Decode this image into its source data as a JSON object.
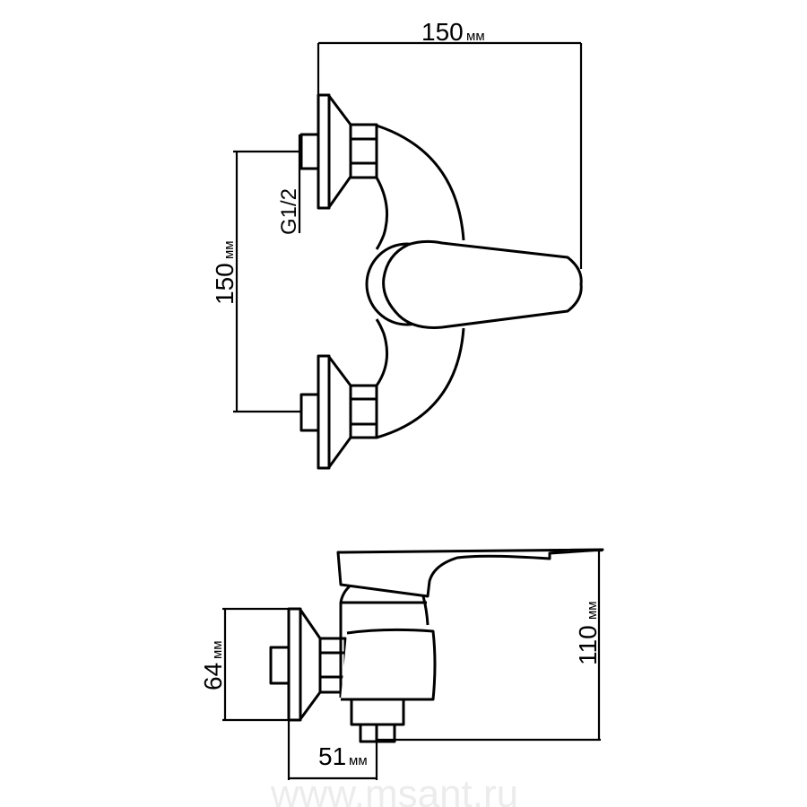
{
  "top_view": {
    "width_dimension": {
      "value": "150",
      "unit": "мм"
    },
    "spacing_dimension": {
      "value": "150",
      "unit": "мм"
    },
    "thread_label": "G1/2"
  },
  "side_view": {
    "height_dimension": {
      "value": "110",
      "unit": "мм"
    },
    "flange_dimension": {
      "value": "64",
      "unit": "мм"
    },
    "depth_dimension": {
      "value": "51",
      "unit": "мм"
    }
  },
  "watermark": "www.msant.ru"
}
